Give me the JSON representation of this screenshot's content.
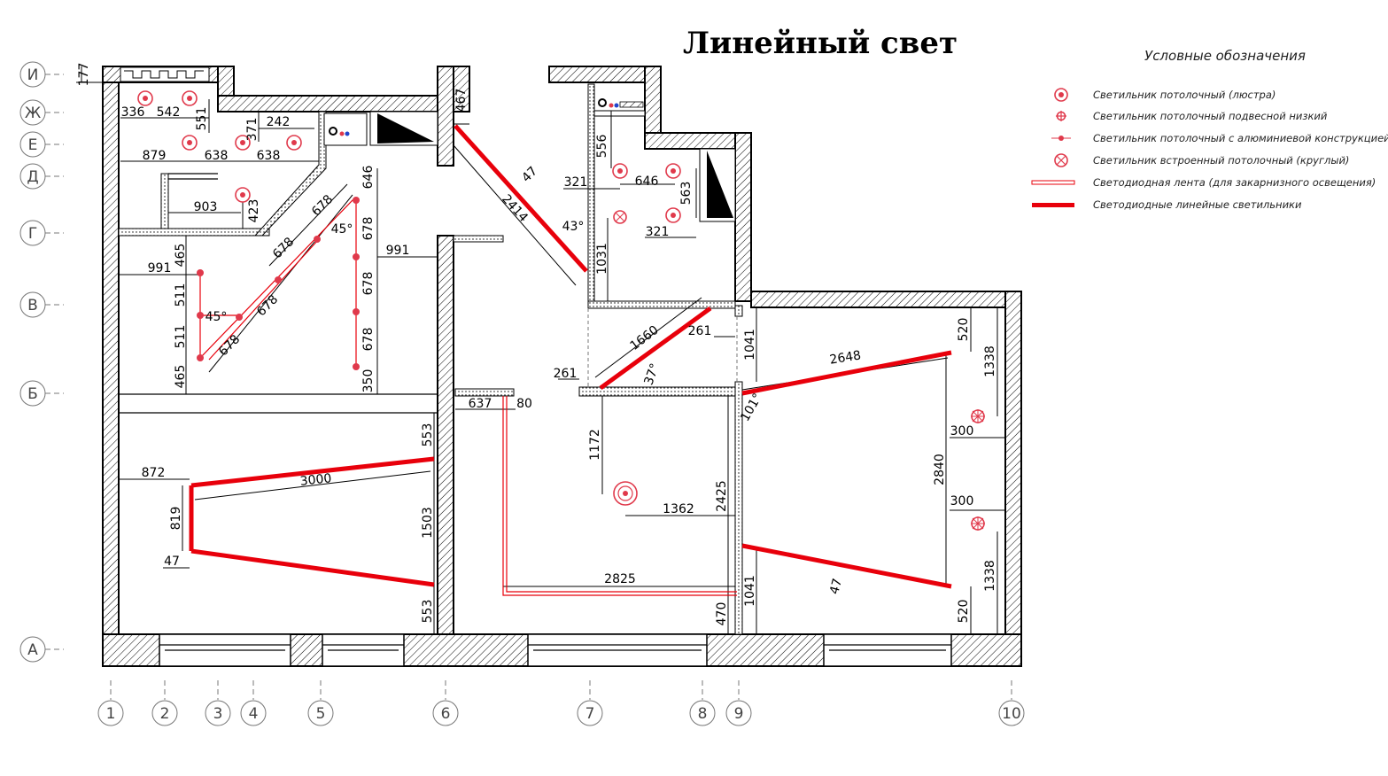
{
  "title": "Линейный свет",
  "legend": {
    "title": "Условные обозначения",
    "items": [
      {
        "icon": "chandelier-icon",
        "label": "Светильник потолочный (люстра)"
      },
      {
        "icon": "pendant-low-icon",
        "label": "Светильник потолочный подвесной низкий"
      },
      {
        "icon": "aluminium-track-icon",
        "label": "Светильник потолочный с алюминиевой конструкцией"
      },
      {
        "icon": "recessed-round-icon",
        "label": "Светильник встроенный потолочный (круглый)"
      },
      {
        "icon": "led-strip-icon",
        "label": "Светодиодная лента (для закарнизного освещения)"
      },
      {
        "icon": "led-linear-icon",
        "label": "Светодиодные линейные светильники"
      }
    ]
  },
  "axes": {
    "rows": [
      "И",
      "Ж",
      "Е",
      "Д",
      "Г",
      "В",
      "Б",
      "А"
    ],
    "columns": [
      "1",
      "2",
      "3",
      "4",
      "5",
      "6",
      "7",
      "8",
      "9",
      "10"
    ]
  },
  "dimensions": {
    "d177": "177",
    "d336": "336",
    "d542": "542",
    "d551": "551",
    "d371": "371",
    "d242": "242",
    "d467": "467",
    "d879": "879",
    "d638a": "638",
    "d638b": "638",
    "d646a": "646",
    "d903": "903",
    "d423": "423",
    "d678a": "678",
    "d678b": "678",
    "d45a": "45°",
    "d678c": "678",
    "d678d": "678",
    "d678e": "678",
    "d678f": "678",
    "d678g": "678",
    "d991a": "991",
    "d991b": "991",
    "d465a": "465",
    "d511a": "511",
    "d45b": "45°",
    "d511b": "511",
    "d465b": "465",
    "d350": "350",
    "d2414": "2414",
    "d47a": "47",
    "d43": "43°",
    "d1031": "1031",
    "d556": "556",
    "d321a": "321",
    "d646b": "646",
    "d563": "563",
    "d321b": "321",
    "d1660": "1660",
    "d261a": "261",
    "d261b": "261",
    "d37": "37°",
    "d1041a": "1041",
    "d637": "637",
    "d80": "80",
    "d1172": "1172",
    "d1362": "1362",
    "d2425": "2425",
    "d2825": "2825",
    "d470": "470",
    "d1041b": "1041",
    "d553a": "553",
    "d872": "872",
    "d3000": "3000",
    "d819": "819",
    "d47b": "47",
    "d1503": "1503",
    "d553b": "553",
    "d520a": "520",
    "d2648": "2648",
    "d1338a": "1338",
    "d101": "101°",
    "d300a": "300",
    "d2840": "2840",
    "d300b": "300",
    "d47c": "47",
    "d1338b": "1338",
    "d520b": "520"
  },
  "colors": {
    "led": "#e8000b",
    "fixture": "#e0394b",
    "wall": "#000000"
  }
}
